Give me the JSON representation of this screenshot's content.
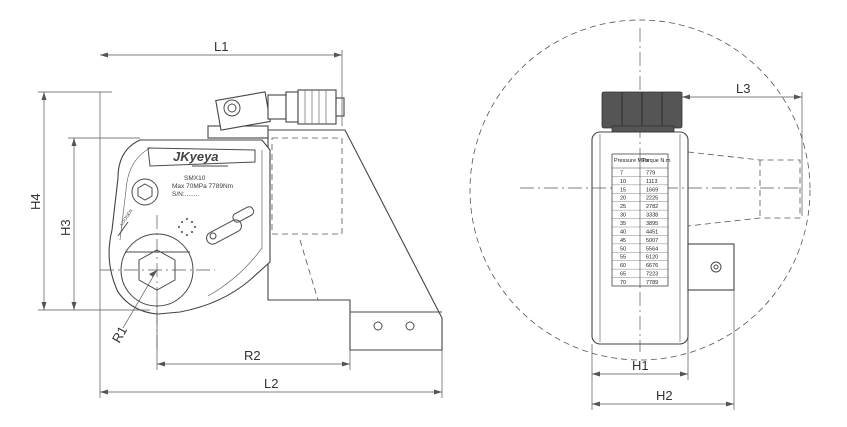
{
  "brand": "JKyeya",
  "plate": {
    "model": "SMX10",
    "spec_line": "Max 70MPa  7789Nm",
    "serial": "S/N:........",
    "loosen": "LOOSEN"
  },
  "dimensions": {
    "L1": "L1",
    "L2": "L2",
    "L3": "L3",
    "H1": "H1",
    "H2": "H2",
    "H3": "H3",
    "H4": "H4",
    "R1": "R1",
    "R2": "R2"
  },
  "torque_table": {
    "headers": [
      "Pressure MPa",
      "Torque N.m"
    ],
    "rows": [
      [
        "7",
        "779"
      ],
      [
        "10",
        "1113"
      ],
      [
        "15",
        "1669"
      ],
      [
        "20",
        "2225"
      ],
      [
        "25",
        "2782"
      ],
      [
        "30",
        "3338"
      ],
      [
        "35",
        "3895"
      ],
      [
        "40",
        "4451"
      ],
      [
        "45",
        "5007"
      ],
      [
        "50",
        "5564"
      ],
      [
        "55",
        "6120"
      ],
      [
        "60",
        "6676"
      ],
      [
        "65",
        "7223"
      ],
      [
        "70",
        "7789"
      ]
    ]
  }
}
